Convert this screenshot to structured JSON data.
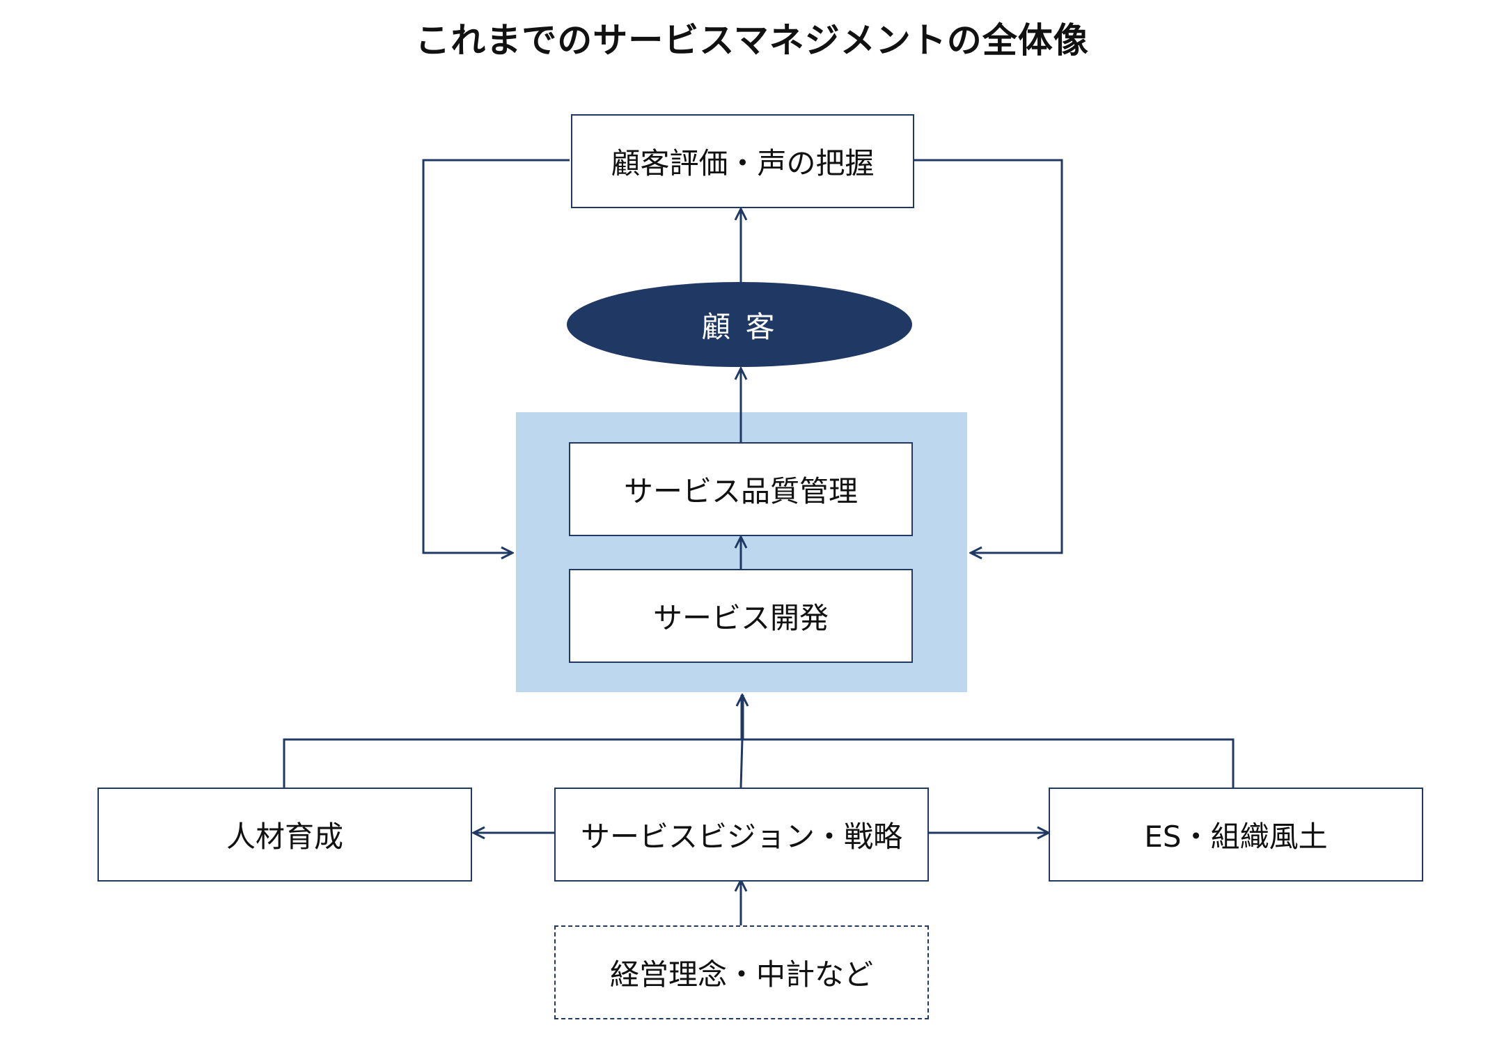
{
  "diagram": {
    "title": "これまでのサービスマネジメントの全体像",
    "nodes": {
      "voice": "顧客評価・声の把握",
      "customer": "顧 客",
      "quality": "サービス品質管理",
      "development": "サービス開発",
      "hr": "人材育成",
      "vision": "サービスビジョン・戦略",
      "es": "ES・組織風土",
      "philosophy": "経営理念・中計など"
    },
    "colors": {
      "line": "#1f3864",
      "ellipse_fill": "#203864",
      "group_fill": "#bdd7ee"
    }
  }
}
